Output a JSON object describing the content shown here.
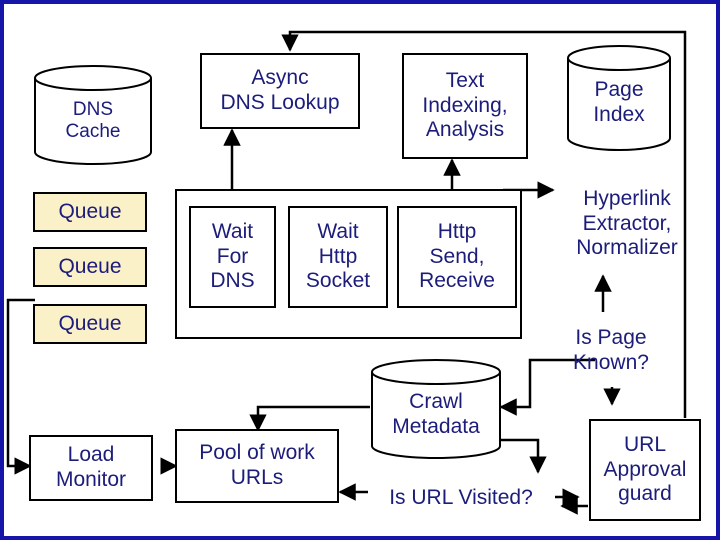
{
  "colors": {
    "background": "#ffffff",
    "frame": "#1515a8",
    "outline": "#000000",
    "label_text": "#1c1c7a",
    "queue_fill": "#fbf1c8"
  },
  "nodes": {
    "dns_cache": "DNS\nCache",
    "async_dns": "Async\nDNS Lookup",
    "text_indexing": "Text\nIndexing,\nAnalysis",
    "page_index": "Page\nIndex",
    "queue_1": "Queue",
    "queue_2": "Queue",
    "queue_3": "Queue",
    "wait_dns": "Wait\nFor\nDNS",
    "wait_http": "Wait\nHttp\nSocket",
    "http_send": "Http\nSend,\nReceive",
    "hyperlink": "Hyperlink\nExtractor,\nNormalizer",
    "is_known": "Is Page\nKnown?",
    "crawl_meta": "Crawl\nMetadata",
    "load_monitor": "Load\nMonitor",
    "pool": "Pool of work\nURLs",
    "is_visited": "Is URL Visited?",
    "url_guard": "URL\nApproval\nguard"
  }
}
